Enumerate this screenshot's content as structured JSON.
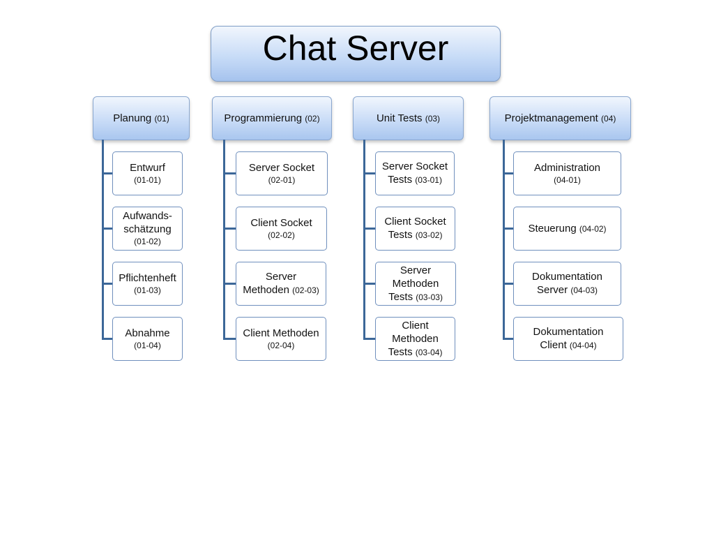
{
  "title": "Chat Server",
  "categories": [
    {
      "label": "Planung",
      "code": "(01)",
      "items": [
        {
          "lines": [
            "Entwurf"
          ],
          "code": "(01-01)",
          "inline": false
        },
        {
          "lines": [
            "Aufwands-",
            "schätzung"
          ],
          "code": "(01-02)",
          "inline": false
        },
        {
          "lines": [
            "Pflichtenheft"
          ],
          "code": "(01-03)",
          "inline": false
        },
        {
          "lines": [
            "Abnahme"
          ],
          "code": "(01-04)",
          "inline": false
        }
      ]
    },
    {
      "label": "Programmierung",
      "code": "(02)",
      "items": [
        {
          "lines": [
            "Server Socket"
          ],
          "code": "(02-01)",
          "inline": false
        },
        {
          "lines": [
            "Client Socket"
          ],
          "code": "(02-02)",
          "inline": false
        },
        {
          "lines": [
            "Server",
            "Methoden"
          ],
          "code": "(02-03)",
          "inline": true
        },
        {
          "lines": [
            "Client Methoden"
          ],
          "code": "(02-04)",
          "inline": false
        }
      ]
    },
    {
      "label": "Unit Tests",
      "code": "(03)",
      "items": [
        {
          "lines": [
            "Server Socket",
            "Tests"
          ],
          "code": "(03-01)",
          "inline": true
        },
        {
          "lines": [
            "Client Socket",
            "Tests"
          ],
          "code": "(03-02)",
          "inline": true
        },
        {
          "lines": [
            "Server",
            "Methoden",
            "Tests"
          ],
          "code": "(03-03)",
          "inline": true
        },
        {
          "lines": [
            "Client",
            "Methoden",
            "Tests"
          ],
          "code": "(03-04)",
          "inline": true
        }
      ]
    },
    {
      "label": "Projektmanagement",
      "code": "(04)",
      "items": [
        {
          "lines": [
            "Administration"
          ],
          "code": "(04-01)",
          "inline": false
        },
        {
          "lines": [
            "Steuerung"
          ],
          "code": "(04-02)",
          "inline": true
        },
        {
          "lines": [
            "Dokumentation",
            "Server"
          ],
          "code": "(04-03)",
          "inline": true
        },
        {
          "lines": [
            "Dokumentation",
            "Client"
          ],
          "code": "(04-04)",
          "inline": true
        }
      ]
    }
  ]
}
